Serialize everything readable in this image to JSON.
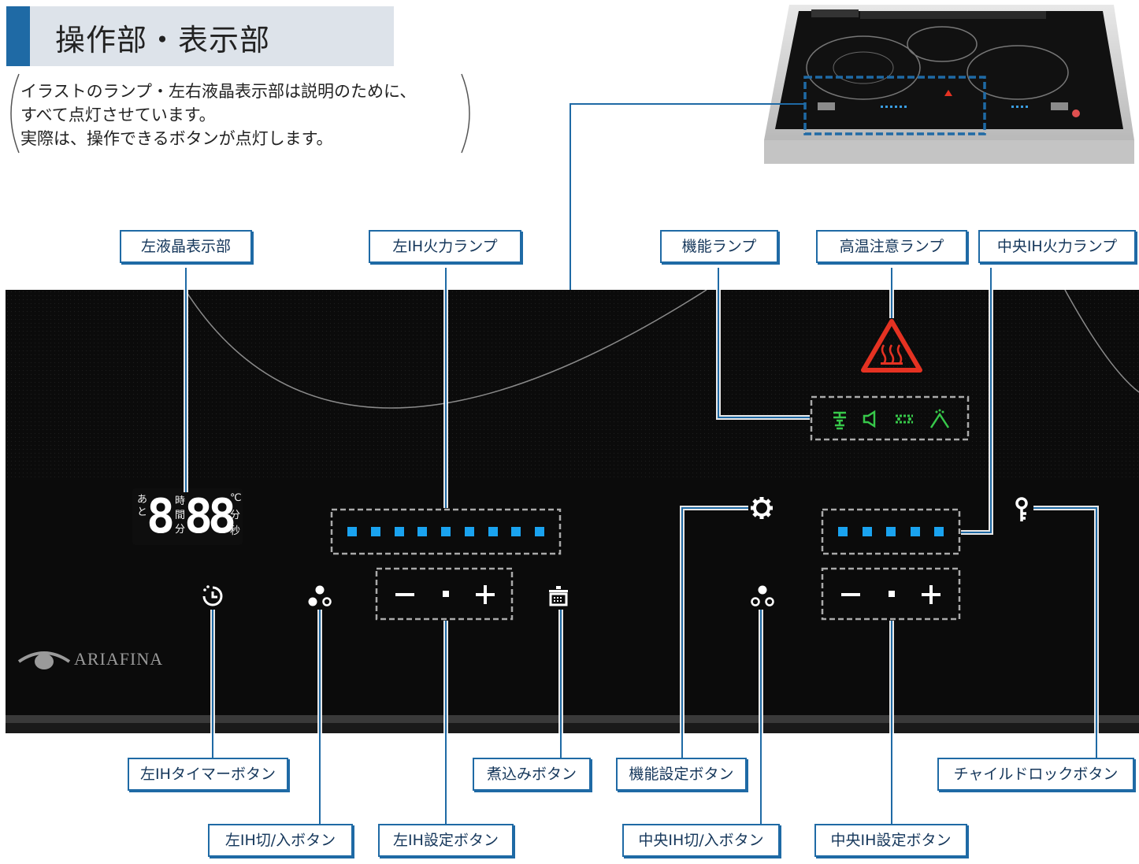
{
  "header": {
    "title": "操作部・表示部"
  },
  "note": {
    "lines": [
      "イラストのランプ・左右液晶表示部は説明のために、",
      "すべて点灯させています。",
      "実際は、操作できるボタンが点灯します。"
    ]
  },
  "lcd": {
    "prefix_top": "あ",
    "prefix_bottom": "と",
    "digit1": "8",
    "unit_hour_top": "時",
    "unit_hour_mid": "間",
    "unit_hour_bottom": "分",
    "digit2": "8",
    "digit3": "8",
    "unit_celsius": "℃",
    "unit_min": "分",
    "unit_sec": "秒"
  },
  "brand": {
    "name": "ARIAFINA"
  },
  "callouts": {
    "left_lcd": "左液晶表示部",
    "left_ih_power_lamp": "左IH火力ランプ",
    "function_lamp": "機能ランプ",
    "high_temp_lamp": "高温注意ランプ",
    "center_ih_power_lamp": "中央IH火力ランプ",
    "left_ih_timer_button": "左IHタイマーボタン",
    "left_ih_onoff_button": "左IH切/入ボタン",
    "left_ih_setting_button": "左IH設定ボタン",
    "simmer_button": "煮込みボタン",
    "function_setting_button": "機能設定ボタン",
    "center_ih_onoff_button": "中央IH切/入ボタン",
    "center_ih_setting_button": "中央IH設定ボタン",
    "child_lock_button": "チャイルドロックボタン"
  },
  "colors": {
    "accent_blue": "#1f6aa5",
    "lamp_blue": "#1aa3f0",
    "function_green": "#37c84a",
    "warning_red": "#e53222",
    "panel_black": "#0b0b0b"
  },
  "lamps": {
    "left_ih_level_count": 9,
    "center_ih_level_count": 5
  },
  "icons": {
    "function_lamps": [
      "fan-icon",
      "speaker-icon",
      "grill-icon",
      "temperature-icon"
    ],
    "warning": "hot-surface-warning-icon",
    "timer": "timer-icon",
    "power": "power-dots-icon",
    "simmer": "pot-icon",
    "settings": "gear-icon",
    "lock": "key-icon"
  }
}
